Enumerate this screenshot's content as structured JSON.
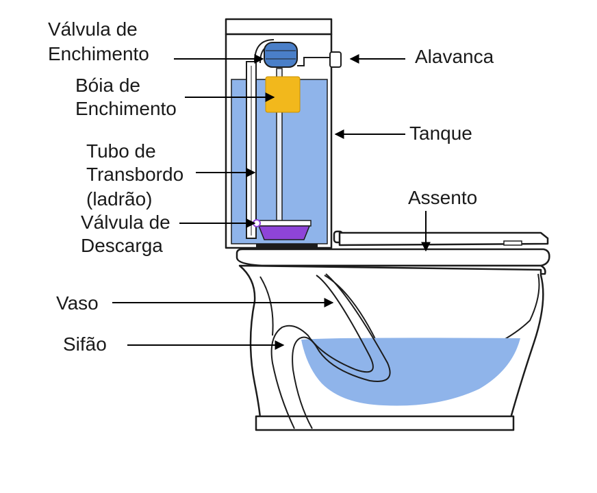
{
  "labels": {
    "fill_valve": [
      "Válvula de",
      "Enchimento"
    ],
    "float": [
      "Bóia de",
      "Enchimento"
    ],
    "overflow": [
      "Tubo de",
      "Transbordo",
      "(ladrão)"
    ],
    "flush_valve": [
      "Válvula de",
      "Descarga"
    ],
    "bowl": "Vaso",
    "siphon": "Sifão",
    "lever": "Alavanca",
    "tank": "Tanque",
    "seat": "Assento"
  },
  "colors": {
    "water": "#8fb4ea",
    "float": "#f2b81c",
    "valve_head": "#4a7fc8",
    "flapper": "#8e44d8",
    "outline": "#1c1c1c"
  }
}
